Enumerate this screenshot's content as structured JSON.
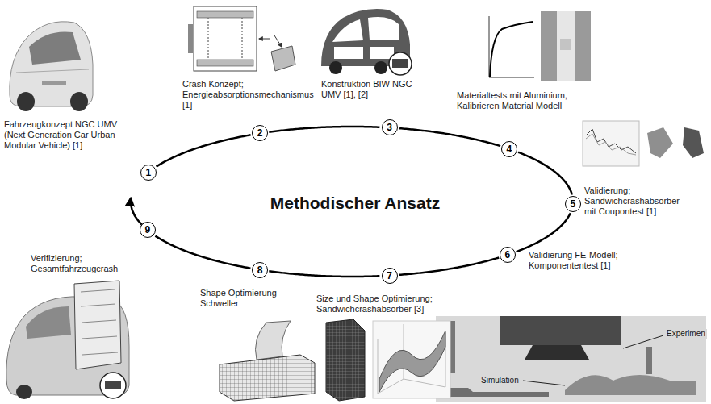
{
  "diagram": {
    "title": "Methodischer Ansatz",
    "nodes": [
      {
        "text": [
          "1"
        ]
      },
      {
        "text": [
          "2"
        ]
      },
      {
        "text": [
          "3"
        ]
      },
      {
        "text": [
          "4"
        ]
      },
      {
        "text": [
          "5"
        ]
      },
      {
        "text": [
          "6"
        ]
      },
      {
        "text": [
          "7"
        ]
      },
      {
        "text": [
          "8"
        ]
      },
      {
        "text": [
          "9"
        ]
      }
    ],
    "edges": [
      {
        "from": 0,
        "to": 1,
        "arrow": "none"
      },
      {
        "from": 1,
        "to": 2,
        "arrow": "none"
      },
      {
        "from": 2,
        "to": 3,
        "arrow": "none"
      },
      {
        "from": 3,
        "to": 4,
        "arrow": "none"
      },
      {
        "from": 4,
        "to": 5,
        "arrow": "none"
      },
      {
        "from": 5,
        "to": 6,
        "arrow": "none"
      },
      {
        "from": 6,
        "to": 7,
        "arrow": "none"
      },
      {
        "from": 7,
        "to": 8,
        "arrow": "none"
      }
    ],
    "labels": [
      "Fahrzeugkonzept NGC UMV (Next Generation Car Urban Modular Vehicle) [1]",
      "Crash Konzept; Energieabsorptionsmechanismus [1]",
      "Konstruktion BIW NGC UMV [1], [2]",
      "Materialtests mit Aluminium, Kalibrieren Material Modell",
      "Validierung; Sandwichcrashabsorber mit Coupontest [1]",
      "Validierung FE-Modell; Komponententest [1]",
      "Size und Shape Optimierung; Sandwichcrashabsorber [3]",
      "Shape Optimierung Schweller",
      "Verifizierung; Gesamtfahrzeugcrash",
      "Simulation",
      "Experimen"
    ]
  }
}
